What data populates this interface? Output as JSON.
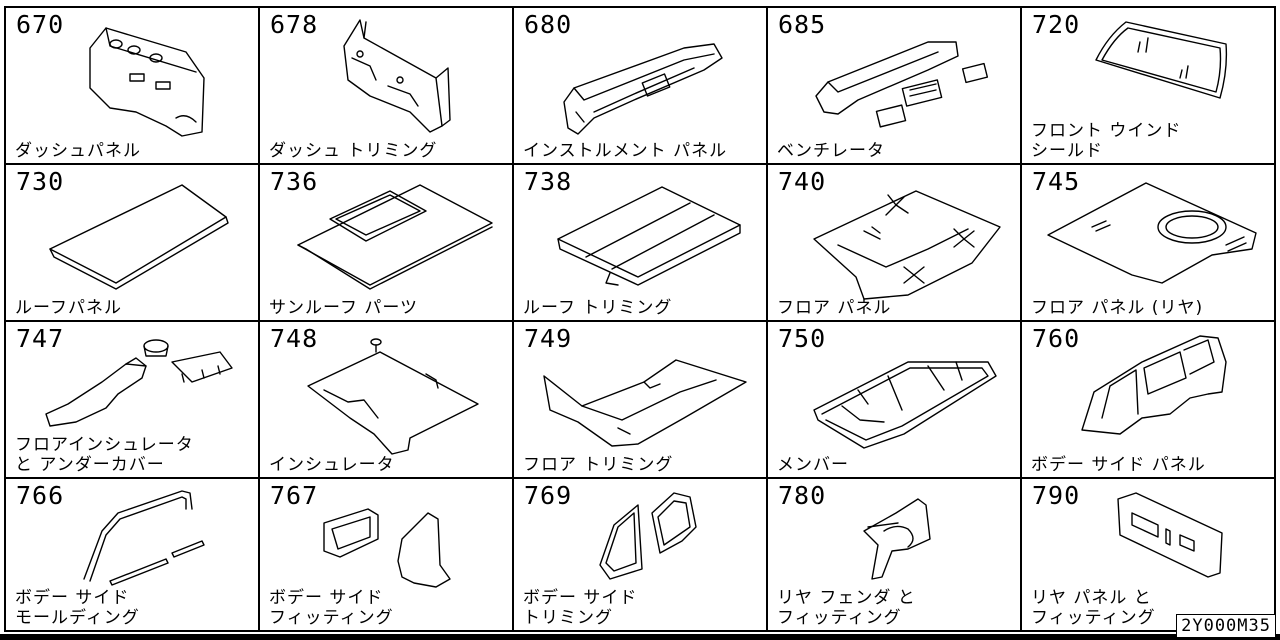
{
  "parts": [
    {
      "code": "670",
      "name": "ダッシュパネル",
      "icon": "dash-panel-icon"
    },
    {
      "code": "678",
      "name": "ダッシュ トリミング",
      "icon": "dash-trimming-icon"
    },
    {
      "code": "680",
      "name": "インストルメント パネル",
      "icon": "instrument-panel-icon"
    },
    {
      "code": "685",
      "name": "ベンチレータ",
      "icon": "ventilator-icon"
    },
    {
      "code": "720",
      "name": "フロント ウインド\nシールド",
      "icon": "windshield-icon"
    },
    {
      "code": "730",
      "name": "ルーフパネル",
      "icon": "roof-panel-icon"
    },
    {
      "code": "736",
      "name": "サンルーフ パーツ",
      "icon": "sunroof-icon"
    },
    {
      "code": "738",
      "name": "ルーフ トリミング",
      "icon": "roof-trimming-icon"
    },
    {
      "code": "740",
      "name": "フロア パネル",
      "icon": "floor-panel-icon"
    },
    {
      "code": "745",
      "name": "フロア パネル (リヤ)",
      "icon": "rear-floor-panel-icon"
    },
    {
      "code": "747",
      "name": "フロアインシュレータ\nと アンダーカバー",
      "icon": "floor-insulator-icon"
    },
    {
      "code": "748",
      "name": "インシュレータ",
      "icon": "insulator-icon"
    },
    {
      "code": "749",
      "name": "フロア トリミング",
      "icon": "floor-trimming-icon"
    },
    {
      "code": "750",
      "name": "メンバー",
      "icon": "member-frame-icon"
    },
    {
      "code": "760",
      "name": "ボデー サイド パネル",
      "icon": "body-side-panel-icon"
    },
    {
      "code": "766",
      "name": "ボデー サイド\nモールディング",
      "icon": "side-molding-icon"
    },
    {
      "code": "767",
      "name": "ボデー サイド\nフィッティング",
      "icon": "side-fitting-icon"
    },
    {
      "code": "769",
      "name": "ボデー サイド\nトリミング",
      "icon": "side-trimming-icon"
    },
    {
      "code": "780",
      "name": "リヤ フェンダ と\nフィッティング",
      "icon": "rear-fender-icon"
    },
    {
      "code": "790",
      "name": "リヤ パネル と\nフィッティング",
      "icon": "rear-panel-icon"
    }
  ],
  "document_code": "2Y000M35"
}
